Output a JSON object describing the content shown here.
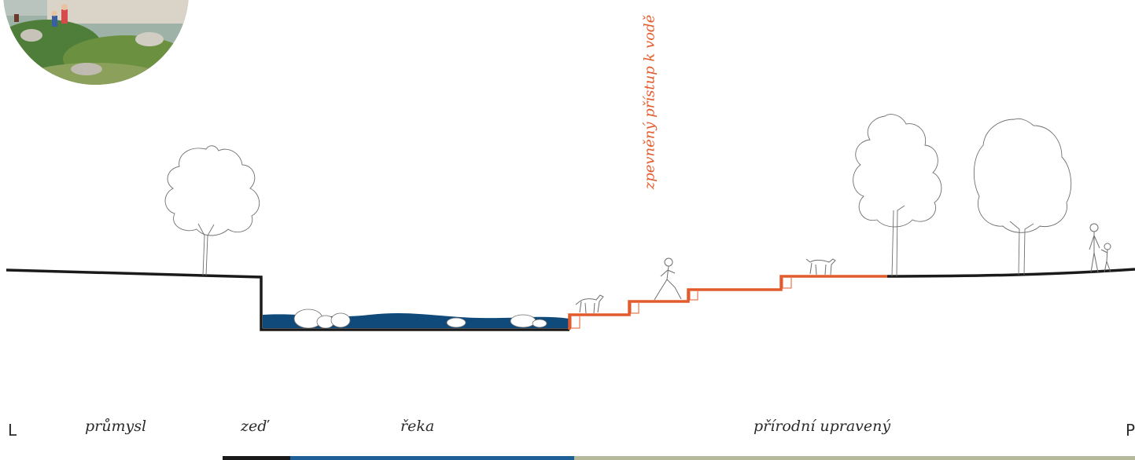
{
  "section": {
    "left_end": "L",
    "right_end": "P",
    "zones": {
      "industry": "průmysl",
      "wall": "zeď",
      "river": "řeka",
      "natural": "přírodní upravený"
    },
    "annotation": "zpevněný přístup k vodě"
  },
  "colors": {
    "ground": "#1a1a1a",
    "water": "#0f4a7a",
    "steps": "#e35b2c",
    "bar_wall": "#1a1a1a",
    "bar_river": "#1d5f96",
    "bar_natural": "#b6b99a",
    "outline": "#6f6f6f"
  },
  "icons": [
    "photo-inset",
    "tree-icon",
    "dog-icon",
    "jogger-icon",
    "family-icon",
    "boulder-icon"
  ]
}
